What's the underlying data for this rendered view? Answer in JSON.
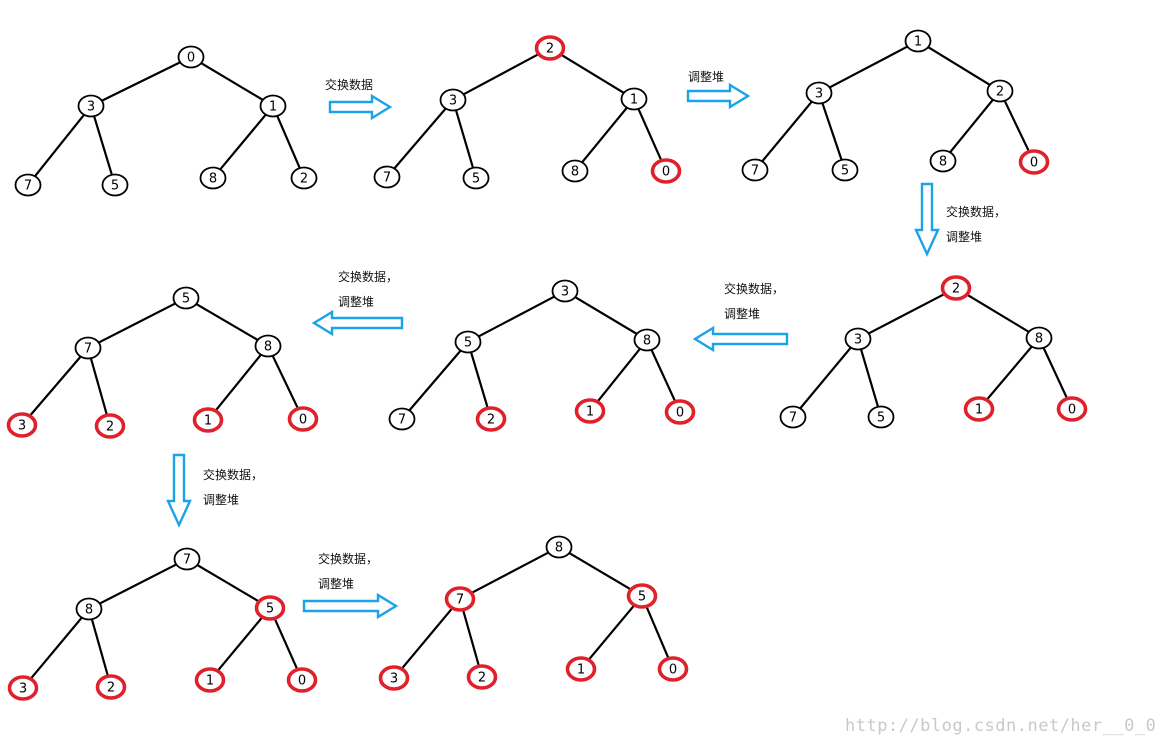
{
  "colors": {
    "edge": "#000000",
    "normal_ring": "#000000",
    "highlight_ring": "#e0202a",
    "arrow": "#1aa3e8"
  },
  "trees": [
    {
      "id": "t1",
      "nodes": [
        {
          "value": "0",
          "mark": "normal"
        },
        {
          "value": "3",
          "mark": "normal"
        },
        {
          "value": "1",
          "mark": "normal"
        },
        {
          "value": "7",
          "mark": "normal"
        },
        {
          "value": "5",
          "mark": "normal"
        },
        {
          "value": "8",
          "mark": "normal"
        },
        {
          "value": "2",
          "mark": "normal"
        }
      ]
    },
    {
      "id": "t2",
      "nodes": [
        {
          "value": "2",
          "mark": "highlight"
        },
        {
          "value": "3",
          "mark": "normal"
        },
        {
          "value": "1",
          "mark": "normal"
        },
        {
          "value": "7",
          "mark": "normal"
        },
        {
          "value": "5",
          "mark": "normal"
        },
        {
          "value": "8",
          "mark": "normal"
        },
        {
          "value": "0",
          "mark": "highlight"
        }
      ]
    },
    {
      "id": "t3",
      "nodes": [
        {
          "value": "1",
          "mark": "normal"
        },
        {
          "value": "3",
          "mark": "normal"
        },
        {
          "value": "2",
          "mark": "normal"
        },
        {
          "value": "7",
          "mark": "normal"
        },
        {
          "value": "5",
          "mark": "normal"
        },
        {
          "value": "8",
          "mark": "normal"
        },
        {
          "value": "0",
          "mark": "highlight"
        }
      ]
    },
    {
      "id": "t4",
      "nodes": [
        {
          "value": "2",
          "mark": "highlight"
        },
        {
          "value": "3",
          "mark": "normal"
        },
        {
          "value": "8",
          "mark": "normal"
        },
        {
          "value": "7",
          "mark": "normal"
        },
        {
          "value": "5",
          "mark": "normal"
        },
        {
          "value": "1",
          "mark": "highlight"
        },
        {
          "value": "0",
          "mark": "highlight"
        }
      ]
    },
    {
      "id": "t5",
      "nodes": [
        {
          "value": "3",
          "mark": "normal"
        },
        {
          "value": "5",
          "mark": "normal"
        },
        {
          "value": "8",
          "mark": "normal"
        },
        {
          "value": "7",
          "mark": "normal"
        },
        {
          "value": "2",
          "mark": "highlight"
        },
        {
          "value": "1",
          "mark": "highlight"
        },
        {
          "value": "0",
          "mark": "highlight"
        }
      ]
    },
    {
      "id": "t6",
      "nodes": [
        {
          "value": "5",
          "mark": "normal"
        },
        {
          "value": "7",
          "mark": "normal"
        },
        {
          "value": "8",
          "mark": "normal"
        },
        {
          "value": "3",
          "mark": "highlight"
        },
        {
          "value": "2",
          "mark": "highlight"
        },
        {
          "value": "1",
          "mark": "highlight"
        },
        {
          "value": "0",
          "mark": "highlight"
        }
      ]
    },
    {
      "id": "t7",
      "nodes": [
        {
          "value": "7",
          "mark": "normal"
        },
        {
          "value": "8",
          "mark": "normal"
        },
        {
          "value": "5",
          "mark": "highlight"
        },
        {
          "value": "3",
          "mark": "highlight"
        },
        {
          "value": "2",
          "mark": "highlight"
        },
        {
          "value": "1",
          "mark": "highlight"
        },
        {
          "value": "0",
          "mark": "highlight"
        }
      ]
    },
    {
      "id": "t8",
      "nodes": [
        {
          "value": "8",
          "mark": "normal"
        },
        {
          "value": "7",
          "mark": "highlight"
        },
        {
          "value": "5",
          "mark": "highlight"
        },
        {
          "value": "3",
          "mark": "highlight"
        },
        {
          "value": "2",
          "mark": "highlight"
        },
        {
          "value": "1",
          "mark": "highlight"
        },
        {
          "value": "0",
          "mark": "highlight"
        }
      ]
    }
  ],
  "steps": [
    {
      "id": "s1",
      "direction": "right",
      "lines": [
        "交换数据"
      ]
    },
    {
      "id": "s2",
      "direction": "right",
      "lines": [
        "调整堆"
      ]
    },
    {
      "id": "s3",
      "direction": "down",
      "lines": [
        "交换数据，",
        "调整堆"
      ]
    },
    {
      "id": "s4",
      "direction": "left",
      "lines": [
        "交换数据，",
        "调整堆"
      ]
    },
    {
      "id": "s5",
      "direction": "left",
      "lines": [
        "交换数据，",
        "调整堆"
      ]
    },
    {
      "id": "s6",
      "direction": "down",
      "lines": [
        "交换数据，",
        "调整堆"
      ]
    },
    {
      "id": "s7",
      "direction": "right",
      "lines": [
        "交换数据，",
        "调整堆"
      ]
    }
  ],
  "watermark": "http://blog.csdn.net/her__0_0"
}
